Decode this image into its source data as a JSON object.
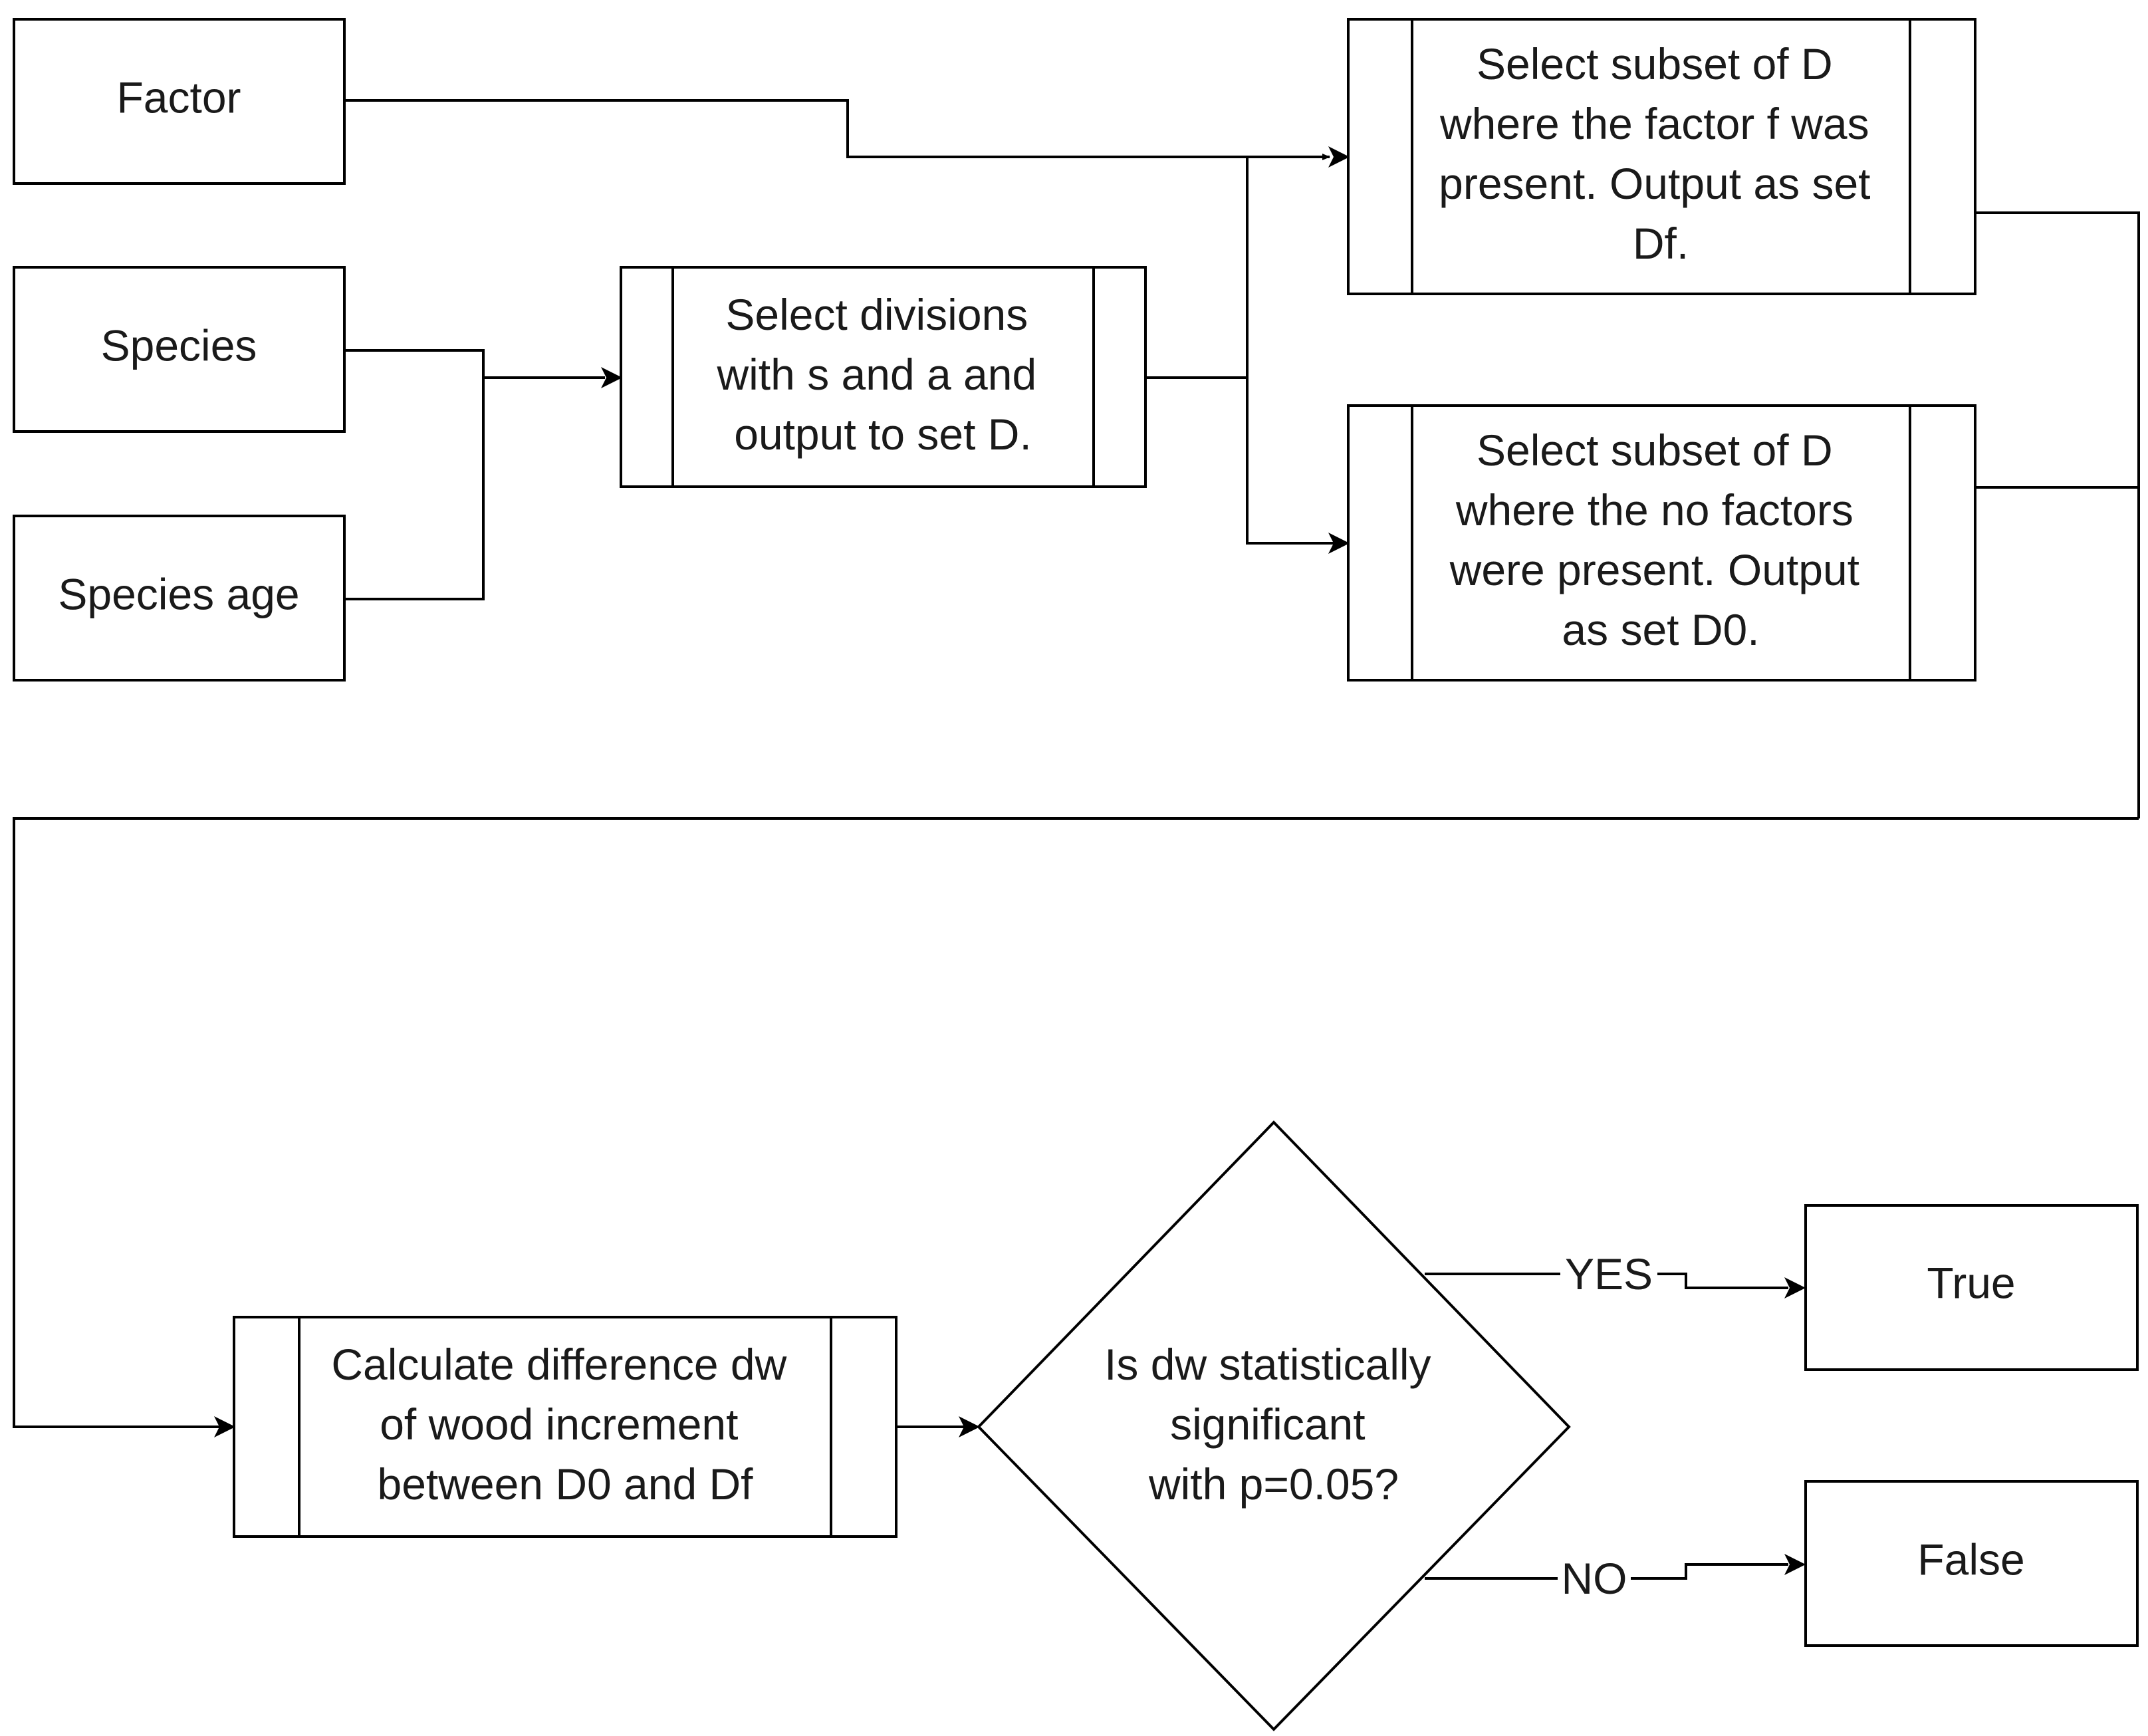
{
  "nodes": {
    "factor": "Factor",
    "species": "Species",
    "species_age": "Species age",
    "select_divisions": [
      "Select divisions",
      "with s and a and",
      "output to set D."
    ],
    "subset_factor": [
      "Select subset of D",
      "where the factor f was",
      "present. Output as set",
      "Df."
    ],
    "subset_no_factor": [
      "Select subset of D",
      "where the no factors",
      "were present. Output",
      "as set D0."
    ],
    "calculate_difference": [
      "Calculate difference dw",
      "of wood increment",
      "between D0 and Df"
    ],
    "decision": [
      "Is dw statistically",
      "significant",
      "with p=0.05?"
    ],
    "true_result": "True",
    "false_result": "False"
  },
  "edges": {
    "yes_label": "YES",
    "no_label": "NO"
  }
}
